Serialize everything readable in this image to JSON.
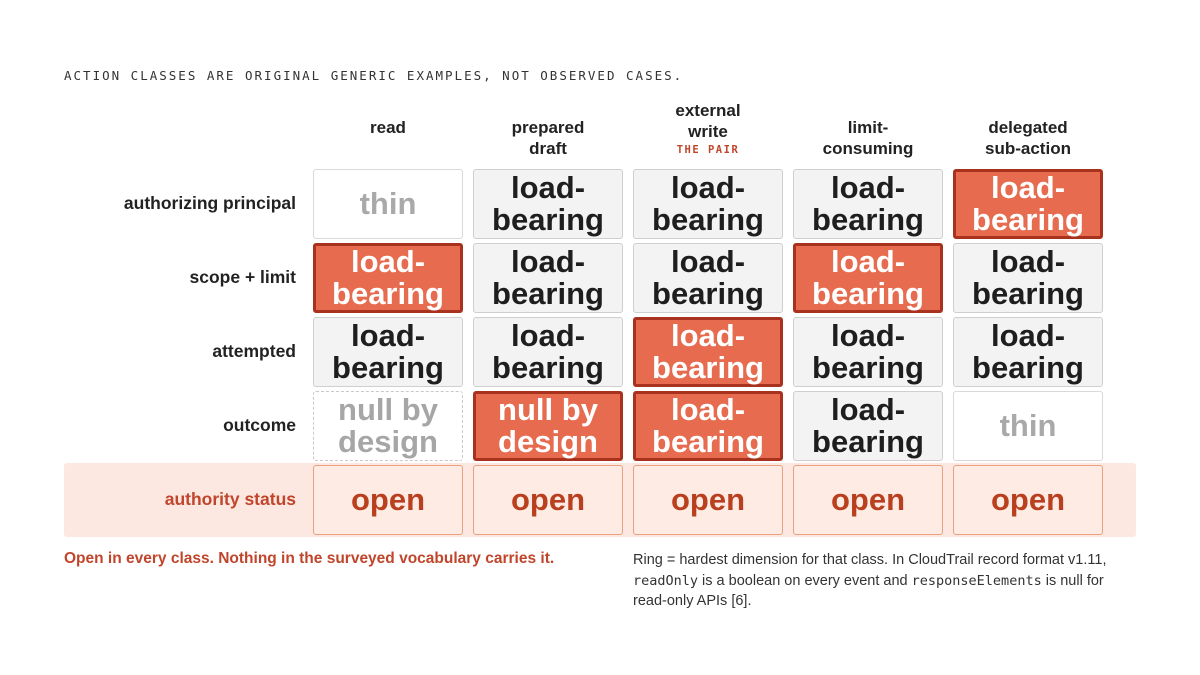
{
  "caption": "ACTION CLASSES ARE ORIGINAL GENERIC EXAMPLES, NOT OBSERVED CASES.",
  "columns": [
    {
      "line1": "",
      "line2": "",
      "line3": "read",
      "tag": ""
    },
    {
      "line1": "",
      "line2": "prepared",
      "line3": "draft",
      "tag": ""
    },
    {
      "line1": "external",
      "line2": "write",
      "line3": "",
      "tag": "THE PAIR"
    },
    {
      "line1": "",
      "line2": "limit-",
      "line3": "consuming",
      "tag": ""
    },
    {
      "line1": "",
      "line2": "delegated",
      "line3": "sub-action",
      "tag": ""
    }
  ],
  "rows": [
    {
      "label": "authorizing principal"
    },
    {
      "label": "scope + limit"
    },
    {
      "label": "attempted"
    },
    {
      "label": "outcome"
    }
  ],
  "status_label": "authority status",
  "cells": [
    [
      {
        "l1": "thin",
        "l2": "",
        "kind": "thin"
      },
      {
        "l1": "load-",
        "l2": "bearing",
        "kind": "lb"
      },
      {
        "l1": "load-",
        "l2": "bearing",
        "kind": "lb"
      },
      {
        "l1": "load-",
        "l2": "bearing",
        "kind": "lb"
      },
      {
        "l1": "load-",
        "l2": "bearing",
        "kind": "hard"
      }
    ],
    [
      {
        "l1": "load-",
        "l2": "bearing",
        "kind": "hard"
      },
      {
        "l1": "load-",
        "l2": "bearing",
        "kind": "lb"
      },
      {
        "l1": "load-",
        "l2": "bearing",
        "kind": "lb"
      },
      {
        "l1": "load-",
        "l2": "bearing",
        "kind": "hard"
      },
      {
        "l1": "load-",
        "l2": "bearing",
        "kind": "lb"
      }
    ],
    [
      {
        "l1": "load-",
        "l2": "bearing",
        "kind": "lb"
      },
      {
        "l1": "load-",
        "l2": "bearing",
        "kind": "lb"
      },
      {
        "l1": "load-",
        "l2": "bearing",
        "kind": "hard"
      },
      {
        "l1": "load-",
        "l2": "bearing",
        "kind": "lb"
      },
      {
        "l1": "load-",
        "l2": "bearing",
        "kind": "lb"
      }
    ],
    [
      {
        "l1": "null by",
        "l2": "design",
        "kind": "nulld"
      },
      {
        "l1": "null by",
        "l2": "design",
        "kind": "hard"
      },
      {
        "l1": "load-",
        "l2": "bearing",
        "kind": "hard"
      },
      {
        "l1": "load-",
        "l2": "bearing",
        "kind": "lb"
      },
      {
        "l1": "thin",
        "l2": "",
        "kind": "thin"
      }
    ]
  ],
  "status_cells": [
    "open",
    "open",
    "open",
    "open",
    "open"
  ],
  "note_left": "Open in every class. Nothing in the surveyed vocabulary carries it.",
  "note_right": {
    "p1": "Ring = hardest dimension for that class. In CloudTrail record format v1.11, ",
    "code1": "readOnly",
    "p2": " is a boolean on every event and ",
    "code2": "responseElements",
    "p3": " is null for read-only APIs [6]."
  },
  "colors": {
    "accent": "#c0452b",
    "hard_fill": "#e66b4f",
    "hard_ring": "#a8321d",
    "neutral_fill": "#f3f3f3",
    "status_band": "#fce8e1"
  }
}
